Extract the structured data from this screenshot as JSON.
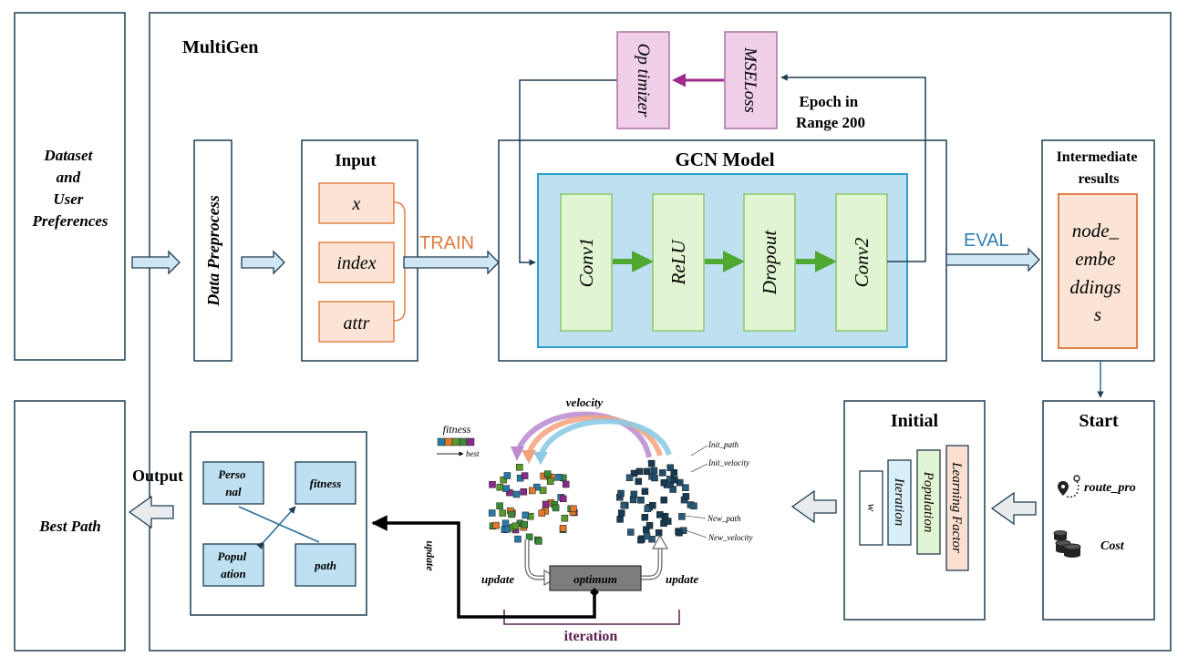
{
  "colors": {
    "outline": "#1f3d52",
    "teal_stroke": "#2a6f97",
    "light_blue_fill": "#bfe0f1",
    "orange_stroke": "#e0804a",
    "orange_fill": "#fbe4d6",
    "green_fill": "#e2f5d2",
    "green_stroke": "#8cc66a",
    "green_arrow": "#4ea832",
    "pink_fill": "#f0cfe9",
    "pink_stroke": "#b070a8",
    "purple_arrow": "#a02a8c",
    "train_text": "#e07a40",
    "eval_text": "#2f7fae",
    "iteration_text": "#5a2050",
    "optimum_fill": "#808080",
    "peach_fill": "#fbe0d0",
    "particle_colors": [
      "#3a8a3a",
      "#8a2a8a",
      "#e07a2a",
      "#2a7aa8",
      "#5a9a2a",
      "#1f4d6b"
    ]
  },
  "left": {
    "dataset_lines": [
      "Dataset",
      "and",
      "User",
      "Preferences"
    ],
    "best_path": "Best Path",
    "output": "Output"
  },
  "multigen": {
    "title": "MultiGen",
    "data_preprocess": "Data Preprocess",
    "input": {
      "title": "Input",
      "items": [
        "x",
        "index",
        "attr"
      ]
    },
    "train_label": "TRAIN",
    "eval_label": "EVAL",
    "gcn": {
      "title": "GCN Model",
      "layers": [
        "Conv1",
        "ReLU",
        "Dropout",
        "Conv2"
      ]
    },
    "optimizer": "Op timizer",
    "mseloss": "MSELoss",
    "epoch_lines": [
      "Epoch in",
      "Range 200"
    ],
    "intermediate": {
      "title_lines": [
        "Intermediate",
        "results"
      ],
      "embeddings_lines": [
        "node_",
        "embe",
        "ddings",
        "s"
      ]
    },
    "start": {
      "title": "Start",
      "items": [
        "route_pro",
        "Cost"
      ]
    },
    "initial": {
      "title": "Initial",
      "params": [
        "w",
        "Iteration",
        "Population",
        "Learning Factor"
      ]
    },
    "pso": {
      "velocity": "velocity",
      "fitness": "fitness",
      "best": "best",
      "init_path": "Init_path",
      "init_velocity": "Init_velocity",
      "new_path": "New_path",
      "new_velocity": "New_velocity",
      "optimum": "optimum",
      "update_left": "update",
      "update_right": "update",
      "update_vertical": "update",
      "iteration": "iteration"
    },
    "output_box": {
      "items": [
        "Perso nal",
        "fitness",
        "Popul ation",
        "path"
      ]
    }
  }
}
